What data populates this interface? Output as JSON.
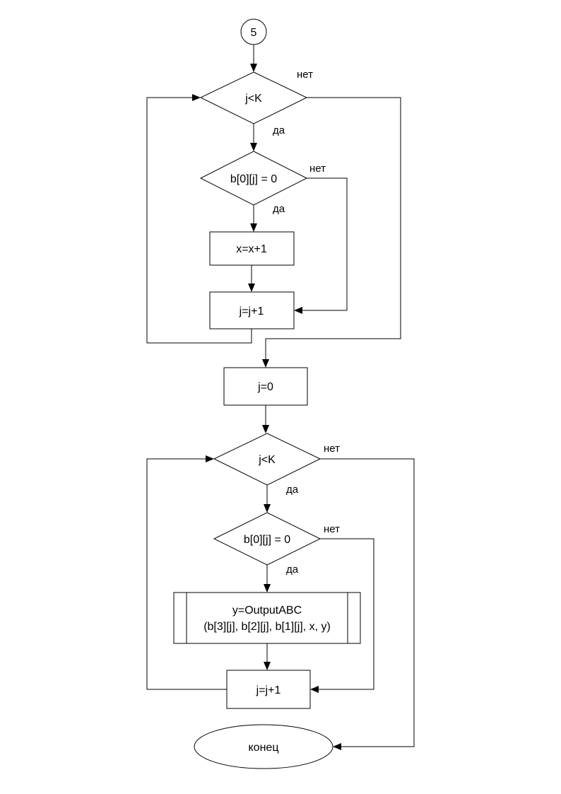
{
  "connector": {
    "label": "5"
  },
  "loop1": {
    "condition": "j<K",
    "yes": "да",
    "no": "нет",
    "inner_condition": "b[0][j] = 0",
    "inner_yes": "да",
    "inner_no": "нет",
    "increment_x": "x=x+1",
    "increment_j": "j=j+1"
  },
  "reset": {
    "label": "j=0"
  },
  "loop2": {
    "condition": "j<K",
    "yes": "да",
    "no": "нет",
    "inner_condition": "b[0][j] = 0",
    "inner_yes": "да",
    "inner_no": "нет",
    "call_line1": "y=OutputABC",
    "call_line2": "(b[3][j], b[2][j], b[1][j], x, y)",
    "increment_j": "j=j+1"
  },
  "end": {
    "label": "конец"
  }
}
